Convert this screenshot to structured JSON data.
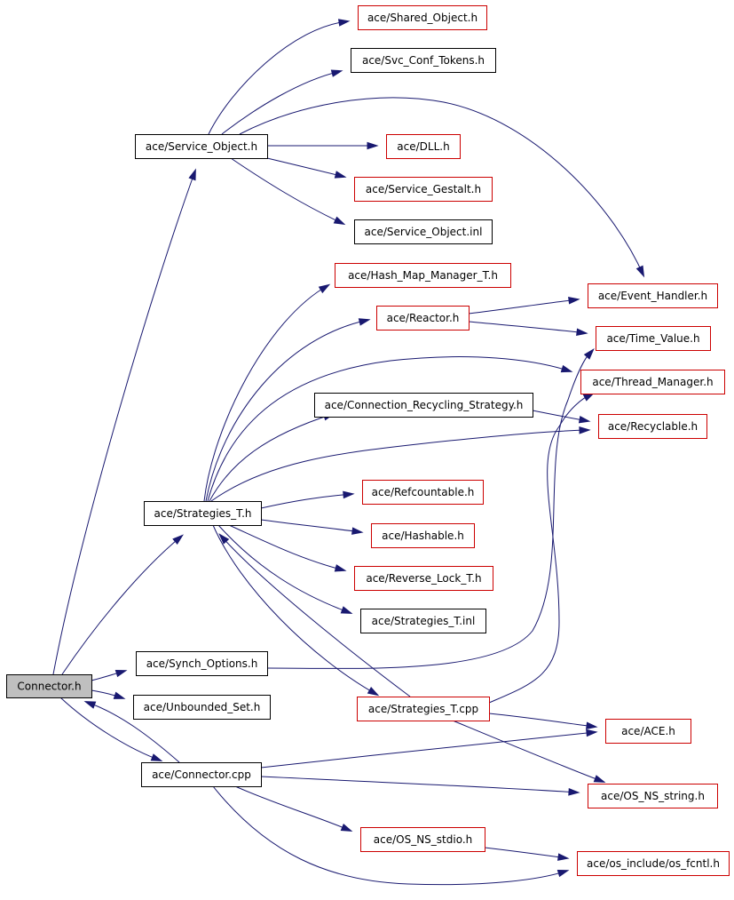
{
  "colors": {
    "edge": "#191970",
    "border_red": "#cc0000",
    "border_black": "#000000",
    "root_fill": "#bfbfbf",
    "fill": "#ffffff"
  },
  "nodes": [
    {
      "id": "connector_h",
      "label": "Connector.h",
      "border": "black",
      "fill": "gray"
    },
    {
      "id": "service_object_h",
      "label": "ace/Service_Object.h",
      "border": "black"
    },
    {
      "id": "shared_object_h",
      "label": "ace/Shared_Object.h",
      "border": "red"
    },
    {
      "id": "svc_conf_tokens_h",
      "label": "ace/Svc_Conf_Tokens.h",
      "border": "black"
    },
    {
      "id": "dll_h",
      "label": "ace/DLL.h",
      "border": "red"
    },
    {
      "id": "service_gestalt_h",
      "label": "ace/Service_Gestalt.h",
      "border": "red"
    },
    {
      "id": "service_object_inl",
      "label": "ace/Service_Object.inl",
      "border": "black"
    },
    {
      "id": "hash_map_manager_t_h",
      "label": "ace/Hash_Map_Manager_T.h",
      "border": "red"
    },
    {
      "id": "event_handler_h",
      "label": "ace/Event_Handler.h",
      "border": "red"
    },
    {
      "id": "reactor_h",
      "label": "ace/Reactor.h",
      "border": "red"
    },
    {
      "id": "time_value_h",
      "label": "ace/Time_Value.h",
      "border": "red"
    },
    {
      "id": "thread_manager_h",
      "label": "ace/Thread_Manager.h",
      "border": "red"
    },
    {
      "id": "connection_recycling_strategy_h",
      "label": "ace/Connection_Recycling_Strategy.h",
      "border": "black"
    },
    {
      "id": "recyclable_h",
      "label": "ace/Recyclable.h",
      "border": "red"
    },
    {
      "id": "refcountable_h",
      "label": "ace/Refcountable.h",
      "border": "red"
    },
    {
      "id": "strategies_t_h",
      "label": "ace/Strategies_T.h",
      "border": "black"
    },
    {
      "id": "hashable_h",
      "label": "ace/Hashable.h",
      "border": "red"
    },
    {
      "id": "reverse_lock_t_h",
      "label": "ace/Reverse_Lock_T.h",
      "border": "red"
    },
    {
      "id": "strategies_t_inl",
      "label": "ace/Strategies_T.inl",
      "border": "black"
    },
    {
      "id": "synch_options_h",
      "label": "ace/Synch_Options.h",
      "border": "black"
    },
    {
      "id": "unbounded_set_h",
      "label": "ace/Unbounded_Set.h",
      "border": "black"
    },
    {
      "id": "strategies_t_cpp",
      "label": "ace/Strategies_T.cpp",
      "border": "red"
    },
    {
      "id": "ace_h",
      "label": "ace/ACE.h",
      "border": "red"
    },
    {
      "id": "connector_cpp",
      "label": "ace/Connector.cpp",
      "border": "black"
    },
    {
      "id": "os_ns_string_h",
      "label": "ace/OS_NS_string.h",
      "border": "red"
    },
    {
      "id": "os_ns_stdio_h",
      "label": "ace/OS_NS_stdio.h",
      "border": "red"
    },
    {
      "id": "os_fcntl_h",
      "label": "ace/os_include/os_fcntl.h",
      "border": "red"
    }
  ],
  "edges": [
    {
      "from": "connector_h",
      "to": "service_object_h"
    },
    {
      "from": "connector_h",
      "to": "strategies_t_h"
    },
    {
      "from": "connector_h",
      "to": "synch_options_h"
    },
    {
      "from": "connector_h",
      "to": "unbounded_set_h"
    },
    {
      "from": "connector_h",
      "to": "connector_cpp"
    },
    {
      "from": "connector_cpp",
      "to": "connector_h"
    },
    {
      "from": "service_object_h",
      "to": "shared_object_h"
    },
    {
      "from": "service_object_h",
      "to": "svc_conf_tokens_h"
    },
    {
      "from": "service_object_h",
      "to": "event_handler_h"
    },
    {
      "from": "service_object_h",
      "to": "dll_h"
    },
    {
      "from": "service_object_h",
      "to": "service_gestalt_h"
    },
    {
      "from": "service_object_h",
      "to": "service_object_inl"
    },
    {
      "from": "strategies_t_h",
      "to": "hash_map_manager_t_h"
    },
    {
      "from": "strategies_t_h",
      "to": "reactor_h"
    },
    {
      "from": "strategies_t_h",
      "to": "thread_manager_h"
    },
    {
      "from": "strategies_t_h",
      "to": "connection_recycling_strategy_h"
    },
    {
      "from": "strategies_t_h",
      "to": "recyclable_h"
    },
    {
      "from": "strategies_t_h",
      "to": "refcountable_h"
    },
    {
      "from": "strategies_t_h",
      "to": "hashable_h"
    },
    {
      "from": "strategies_t_h",
      "to": "reverse_lock_t_h"
    },
    {
      "from": "strategies_t_h",
      "to": "strategies_t_inl"
    },
    {
      "from": "strategies_t_h",
      "to": "strategies_t_cpp"
    },
    {
      "from": "strategies_t_cpp",
      "to": "strategies_t_h"
    },
    {
      "from": "reactor_h",
      "to": "event_handler_h"
    },
    {
      "from": "reactor_h",
      "to": "time_value_h"
    },
    {
      "from": "connection_recycling_strategy_h",
      "to": "recyclable_h"
    },
    {
      "from": "synch_options_h",
      "to": "time_value_h"
    },
    {
      "from": "strategies_t_cpp",
      "to": "thread_manager_h"
    },
    {
      "from": "strategies_t_cpp",
      "to": "ace_h"
    },
    {
      "from": "strategies_t_cpp",
      "to": "os_ns_string_h"
    },
    {
      "from": "connector_cpp",
      "to": "ace_h"
    },
    {
      "from": "connector_cpp",
      "to": "os_ns_string_h"
    },
    {
      "from": "connector_cpp",
      "to": "os_ns_stdio_h"
    },
    {
      "from": "connector_cpp",
      "to": "os_fcntl_h"
    },
    {
      "from": "os_ns_stdio_h",
      "to": "os_fcntl_h"
    }
  ]
}
